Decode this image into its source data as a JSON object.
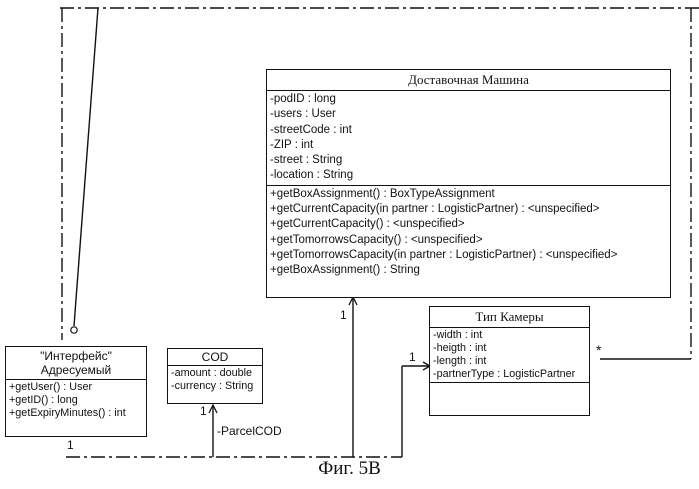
{
  "delivery_machine": {
    "title": "Доставочная Машина",
    "attributes": [
      "-podID : long",
      "-users : User",
      "-streetCode : int",
      "-ZIP : int",
      "-street : String",
      "-location : String"
    ],
    "operations": [
      "+getBoxAssignment() : BoxTypeAssignment",
      "+getCurrentCapacity(in partner : LogisticPartner) : <unspecified>",
      "+getCurrentCapacity() : <unspecified>",
      "+getTomorrowsCapacity() : <unspecified>",
      "+getTomorrowsCapacity(in partner : LogisticPartner) : <unspecified>",
      "+getBoxAssignment() : String"
    ]
  },
  "camera_type": {
    "title": "Тип Камеры",
    "attributes": [
      "-width : int",
      "-heigth : int",
      "-length : int",
      "-partnerType : LogisticPartner"
    ]
  },
  "addressable_interface": {
    "title_line1": "\"Интерфейс\"",
    "title_line2": "Адресуемый",
    "operations": [
      "+getUser() : User",
      "+getID() : long",
      "+getExpiryMinutes() : int"
    ]
  },
  "cod": {
    "title": "COD",
    "attributes": [
      "-amount : double",
      "-currency : String"
    ]
  },
  "multiplicities": {
    "machine_end": "1",
    "camera_end": "1",
    "cod_end": "1",
    "interface_end": "1",
    "camera_star": "*"
  },
  "role_labels": {
    "parcel_cod": "-ParcelCOD"
  },
  "caption": "Фиг. 5В"
}
